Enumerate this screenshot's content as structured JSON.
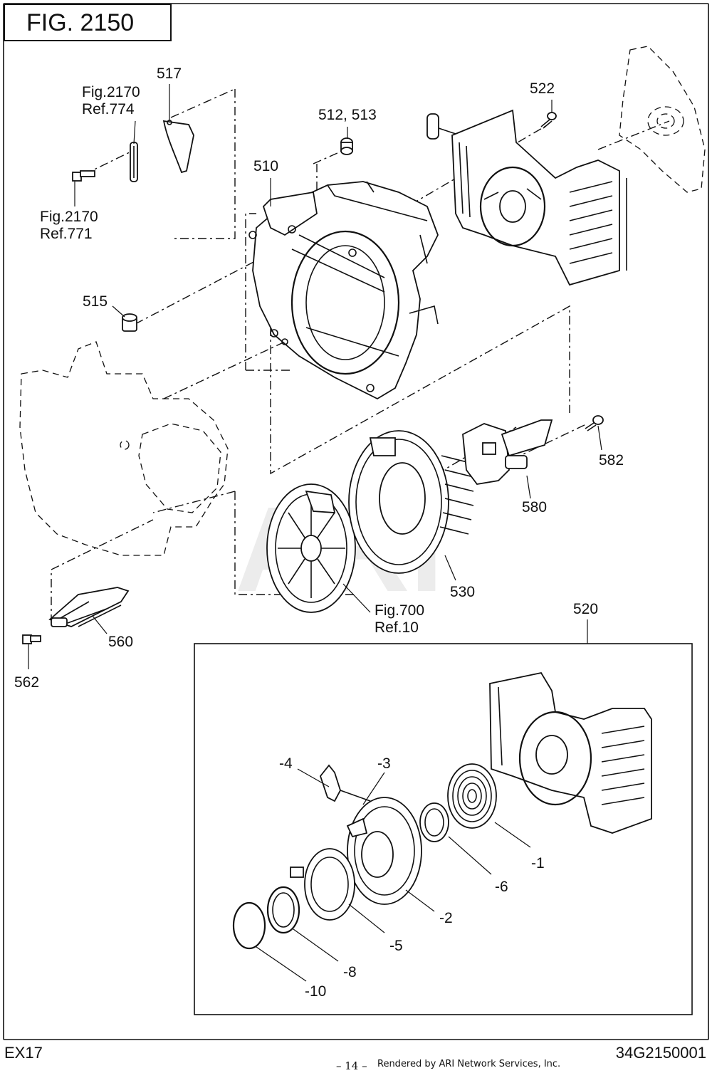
{
  "figure": {
    "title": "FIG.  2150"
  },
  "callouts": {
    "c517": "517",
    "fig2170_774": "Fig.2170\nRef.774",
    "fig2170_771": "Fig.2170\nRef.771",
    "c512_513": "512, 513",
    "c522": "522",
    "c510": "510",
    "c515": "515",
    "c582": "582",
    "c580": "580",
    "c530": "530",
    "fig700_10": "Fig.700\nRef.10",
    "c520": "520",
    "c560": "560",
    "c562": "562",
    "m4": "-4",
    "m3": "-3",
    "m1": "-1",
    "m6": "-6",
    "m2": "-2",
    "m5": "-5",
    "m8": "-8",
    "m10": "-10"
  },
  "footer": {
    "model": "EX17",
    "page": "– 14 –",
    "rendered_by": "Rendered by ARI Network Services, Inc.",
    "code": "34G2150001"
  }
}
